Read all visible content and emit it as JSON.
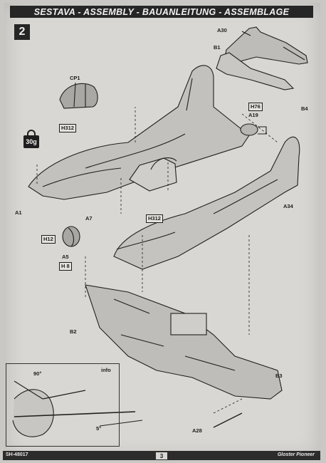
{
  "header": {
    "title": "SESTAVA - ASSEMBLY - BAUANLEITUNG - ASSEMBLAGE"
  },
  "step": {
    "number": "2"
  },
  "weight": {
    "label": "30g"
  },
  "parts": {
    "a30": "A30",
    "b1": "B1",
    "b4": "B4",
    "cp1": "CP1",
    "h76": "H76",
    "a19": "A19",
    "h312_top": "H312",
    "h312_mid": "H312",
    "a1": "A1",
    "a7": "A7",
    "a34": "A34",
    "h12": "H12",
    "a5": "A5",
    "h8": "H 8",
    "b2": "B2",
    "b3": "B3",
    "a28": "A28"
  },
  "info": {
    "title": "info",
    "angle_90": "90°",
    "angle_5": "5°"
  },
  "footer": {
    "code": "SH-48017",
    "page": "3",
    "name": "Gloster Pioneer"
  }
}
